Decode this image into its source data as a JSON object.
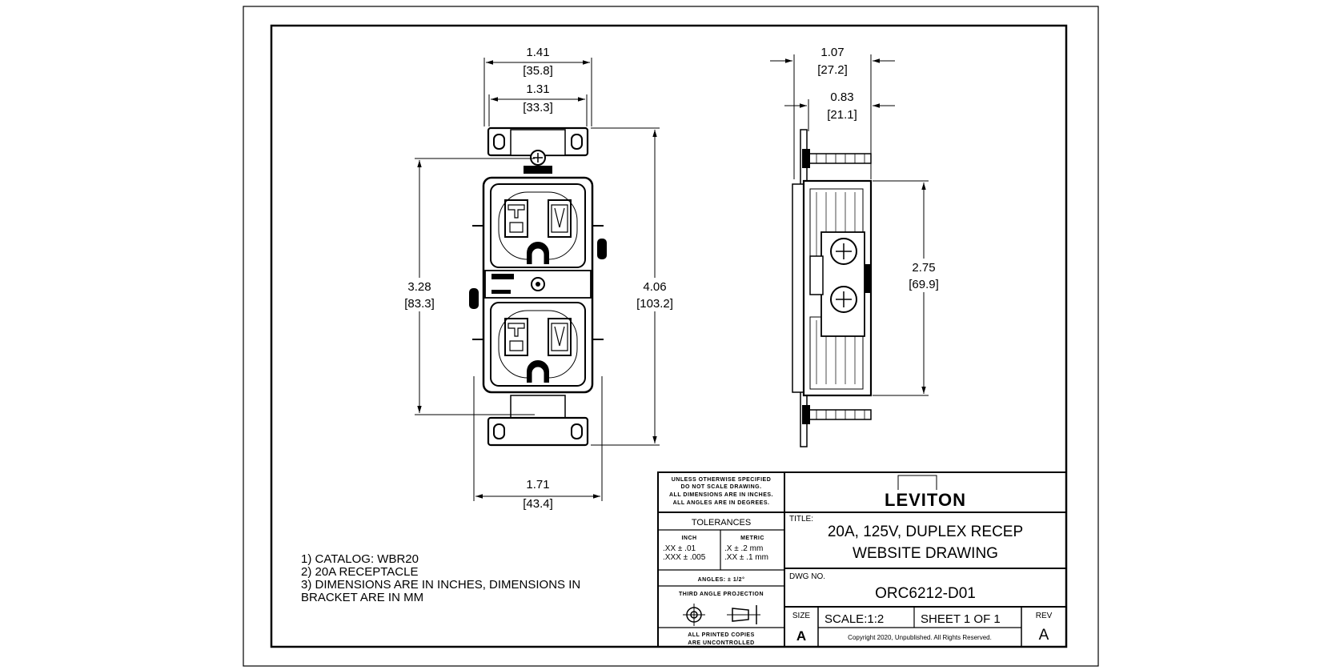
{
  "front_view": {
    "dims": [
      {
        "in": "1.41",
        "mm": "[35.8]"
      },
      {
        "in": "1.31",
        "mm": "[33.3]"
      },
      {
        "in": "3.28",
        "mm": "[83.3]"
      },
      {
        "in": "4.06",
        "mm": "[103.2]"
      },
      {
        "in": "1.71",
        "mm": "[43.4]"
      }
    ]
  },
  "side_view": {
    "dims": [
      {
        "in": "1.07",
        "mm": "[27.2]"
      },
      {
        "in": "0.83",
        "mm": "[21.1]"
      },
      {
        "in": "2.75",
        "mm": "[69.9]"
      }
    ]
  },
  "notes": [
    "1) CATALOG: WBR20",
    "2) 20A RECEPTACLE",
    "3) DIMENSIONS ARE IN INCHES, DIMENSIONS IN",
    "BRACKET ARE IN MM"
  ],
  "title_block": {
    "unless_lines": [
      "UNLESS OTHERWISE SPECIFIED",
      "DO NOT SCALE DRAWING.",
      "ALL DIMENSIONS ARE IN INCHES.",
      "ALL ANGLES ARE IN DEGREES."
    ],
    "tolerances": "TOLERANCES",
    "inch": "INCH",
    "metric": "METRIC",
    "inch_tol_1": ".XX   ± .01",
    "inch_tol_2": ".XXX ± .005",
    "metric_tol_1": ".X     ± .2 mm",
    "metric_tol_2": ".XX   ± .1 mm",
    "angles": "ANGLES: ± 1/2°",
    "projection": "THIRD ANGLE PROJECTION",
    "printed_1": "ALL PRINTED COPIES",
    "printed_2": "ARE UNCONTROLLED",
    "logo": "LEVITON",
    "title_label": "TITLE:",
    "title_1": "20A, 125V, DUPLEX RECEP",
    "title_2": "WEBSITE DRAWING",
    "dwg_label": "DWG NO.",
    "dwg_no": "ORC6212-D01",
    "size_label": "SIZE",
    "size": "A",
    "scale": "SCALE:1:2",
    "sheet": "SHEET 1 OF 1",
    "rev_label": "REV",
    "rev": "A",
    "copyright": "Copyright 2020, Unpublished. All Rights Reserved."
  }
}
